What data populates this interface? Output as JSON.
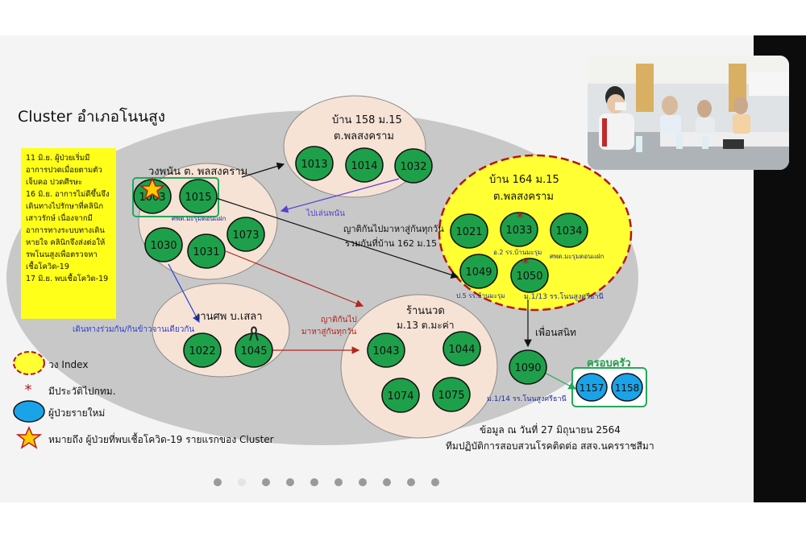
{
  "slide": {
    "title": "Cluster อำเภอโนนสูง",
    "timeline_lines": [
      "11 มิ.ย. ผู้ป่วยเริ่มมี",
      "อาการปวดเมื่อยตามตัว",
      "เจ็บคอ ปวดศีรษะ",
      "16 มิ.ย. อาการไม่ดีขึ้นจึง",
      "เดินทางไปรักษาที่คลินิก",
      "เสาวรักษ์ เนื่องจากมี",
      "อาการทางระบบทางเดิน",
      "หายใจ คลินิกจึงส่งต่อให้",
      "รพโนนสูงเพื่อตรวจหา",
      "เชื้อโควิด-19",
      "17 มิ.ย. พบเชื้อโควิด-19"
    ],
    "groups": {
      "wongpanan": {
        "title": "วงพนัน ต. พลสงคราม",
        "note": "ศพด.มะรุมดอนแฝก"
      },
      "ban158": {
        "title_line1": "บ้าน 158 ม.15",
        "title_line2": "ต.พลสงคราม"
      },
      "ban164": {
        "title_line1": "บ้าน 164 ม.15",
        "title_line2": "ต.พลสงคราม"
      },
      "funeral": {
        "title": "งานศพ บ.เสลา"
      },
      "massage": {
        "title_line1": "ร้านนวด",
        "title_line2": "ม.13 ต.มะค่า"
      },
      "family": {
        "title": "ครอบครัว"
      }
    },
    "case_labels": {
      "c1034": "ศพด.มะรุมดอนแฝก",
      "c1033": "อ.2 รร.บ้านมะรุม",
      "c1049": "ป.5 รร.บ้านมะรุม",
      "c1050": "ม.1/13 รร.โนนสูงศรีธานี",
      "c1090": "ม.1/14 รร.โนนสูงศรีธานี"
    },
    "edge_labels": {
      "gamble": "ไปเล่นพนัน",
      "relatives_line1": "ญาติกันไปมาหาสู่กันทุกวัน",
      "relatives_line2": "รวมกันที่บ้าน 162 ม.15",
      "travel": "เดินทางร่วมกัน/กินข้าวจานเดียวกัน",
      "massage_rel_line1": "ญาติกันไป",
      "massage_rel_line2": "มาหาสู่กันทุกวัน",
      "friend": "เพื่อนสนิท"
    },
    "legend": {
      "index": "วง Index",
      "bangkok": "มีประวัติไปกทม.",
      "new_patient": "ผู้ป่วยรายใหม่",
      "first_case": "หมายถึง ผู้ป่วยที่พบเชื้อโควิด-19 รายแรกของ Cluster"
    },
    "source_line1": "ข้อมูล ณ วันที่ 27 มิถุนายน 2564",
    "source_line2": "ทีมปฏิบัติการสอบสวนโรคติดต่อ สสจ.นครราชสีมา"
  },
  "cases": [
    {
      "id": "1003",
      "color": "green"
    },
    {
      "id": "1015",
      "color": "green"
    },
    {
      "id": "1030",
      "color": "green"
    },
    {
      "id": "1031",
      "color": "green"
    },
    {
      "id": "1073",
      "color": "green"
    },
    {
      "id": "1013",
      "color": "green"
    },
    {
      "id": "1014",
      "color": "green"
    },
    {
      "id": "1032",
      "color": "green"
    },
    {
      "id": "1021",
      "color": "green"
    },
    {
      "id": "1033",
      "color": "green"
    },
    {
      "id": "1034",
      "color": "green"
    },
    {
      "id": "1049",
      "color": "green"
    },
    {
      "id": "1050",
      "color": "green"
    },
    {
      "id": "1022",
      "color": "green"
    },
    {
      "id": "1045",
      "color": "green"
    },
    {
      "id": "1043",
      "color": "green"
    },
    {
      "id": "1044",
      "color": "green"
    },
    {
      "id": "1074",
      "color": "green"
    },
    {
      "id": "1075",
      "color": "green"
    },
    {
      "id": "1090",
      "color": "green"
    },
    {
      "id": "1157",
      "color": "blue"
    },
    {
      "id": "1158",
      "color": "blue"
    }
  ],
  "colors": {
    "case_green": "#1ea04a",
    "case_blue": "#1aa3e8",
    "group_fill": "#f6e3d6",
    "index_fill": "#ffff33",
    "index_border": "#b4161b",
    "cluster_gray": "#c8c8c8"
  },
  "pager": {
    "count": 10,
    "active_index": 1
  }
}
